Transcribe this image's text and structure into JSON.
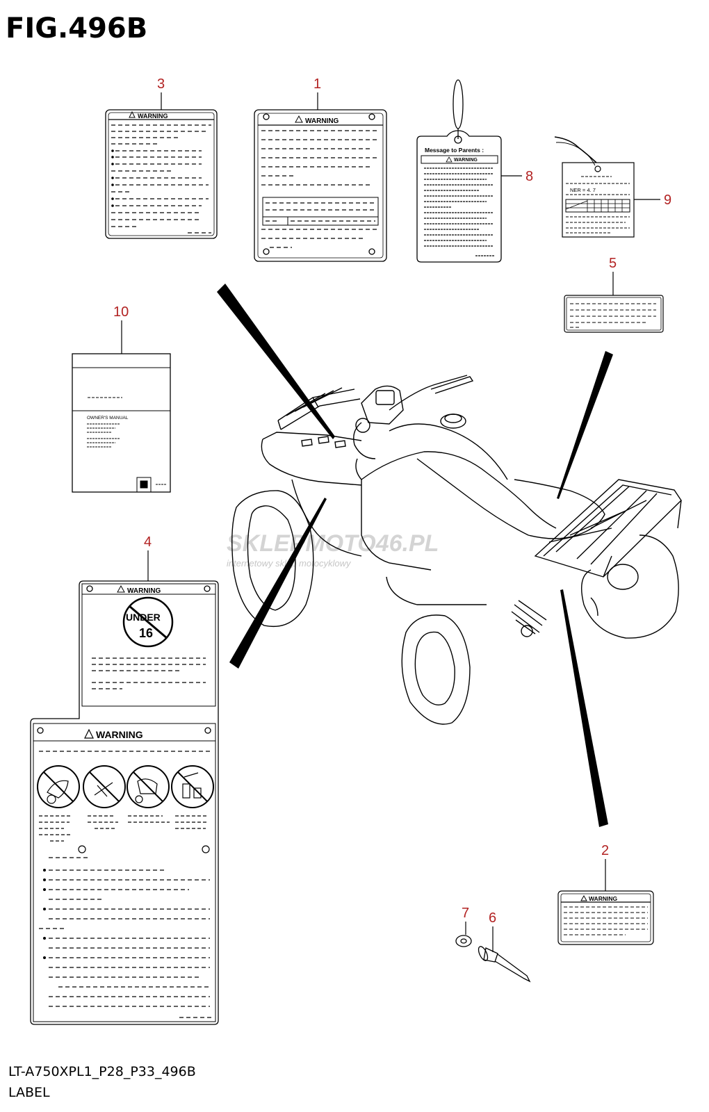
{
  "figure": {
    "title": "FIG.496B",
    "model_code": "LT-A750XPL1_P28_P33_496B",
    "section_name": "LABEL"
  },
  "labels": {
    "warning": "WARNING",
    "message_to_parents": "Message to Parents :",
    "owners_manual": "OWNER'S MANUAL",
    "ner": "NER = 4. 7",
    "under": "UNDER",
    "age": "16"
  },
  "callouts": [
    "1",
    "2",
    "3",
    "4",
    "5",
    "6",
    "7",
    "8",
    "9",
    "10"
  ],
  "watermark": {
    "brand": "SKLEPMOTO46.PL",
    "tagline": "internetowy sklep motocyklowy"
  },
  "colors": {
    "callout": "#b22222",
    "line": "#000000",
    "watermark": "#c8c8c8"
  }
}
